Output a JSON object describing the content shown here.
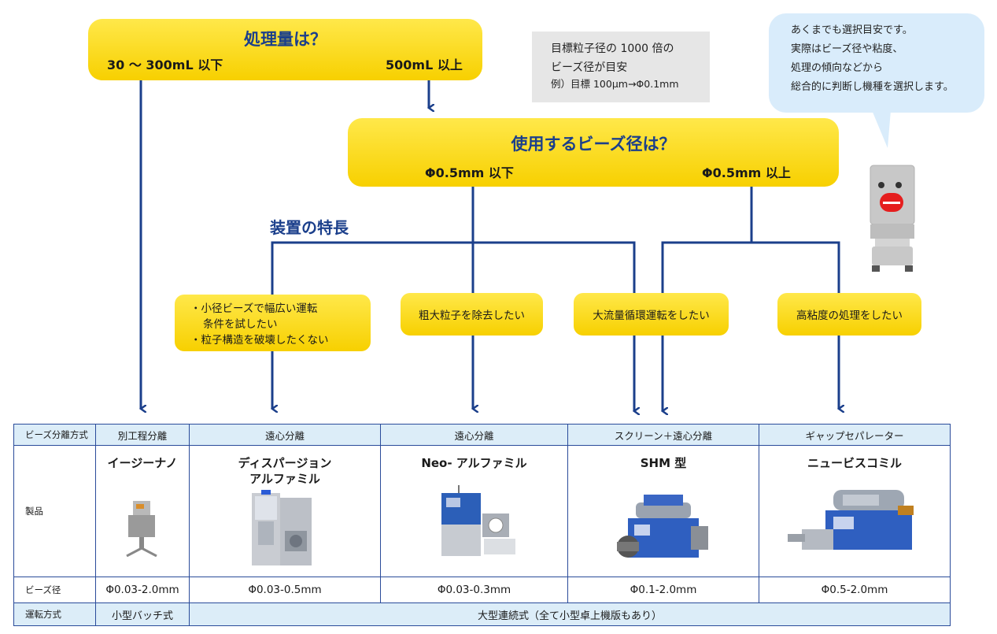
{
  "q1": {
    "title": "処理量は？",
    "left": "30 ～ 300mL 以下",
    "right": "500mL 以上"
  },
  "note": {
    "line1": "目標粒子径の 1000 倍の",
    "line2": "ビーズ径が目安",
    "line3": "例）目標 100μm→Φ0.1mm"
  },
  "bubble": {
    "line1": "あくまでも選択目安です。",
    "line2": "実際はビーズ径や粘度、",
    "line3": "処理の傾向などから",
    "line4": "総合的に判断し機種を選択します。"
  },
  "q2": {
    "title": "使用するビーズ径は？",
    "left": "Φ0.5mm 以下",
    "right": "Φ0.5mm 以上"
  },
  "features_label": "装置の特長",
  "features": {
    "f1_line1": "・小径ビーズで幅広い運転",
    "f1_line2": "条件を試したい",
    "f1_line3": "・粒子構造を破壊したくない",
    "f2": "粗大粒子を除去したい",
    "f3": "大流量循環運転をしたい",
    "f4": "高粘度の処理をしたい"
  },
  "table": {
    "row_labels": {
      "separation": "ビーズ分離方式",
      "product": "製品",
      "bead": "ビーズ径",
      "operation": "運転方式"
    },
    "separation": [
      "別工程分離",
      "遠心分離",
      "遠心分離",
      "スクリーン＋遠心分離",
      "ギャップセパレーター"
    ],
    "products": [
      "イージーナノ",
      "ディスパージョン",
      "アルファミル",
      "Neo- アルファミル",
      "SHM 型",
      "ニュービスコミル"
    ],
    "bead": [
      "Φ0.03-2.0mm",
      "Φ0.03-0.5mm",
      "Φ0.03-0.3mm",
      "Φ0.1-2.0mm",
      "Φ0.5-2.0mm"
    ],
    "operation": [
      "小型バッチ式",
      "大型連続式（全て小型卓上機版もあり）"
    ]
  },
  "colors": {
    "accent": "#1b3f8b",
    "yellow": "#f9d71c",
    "table_header": "#dcedf8"
  }
}
